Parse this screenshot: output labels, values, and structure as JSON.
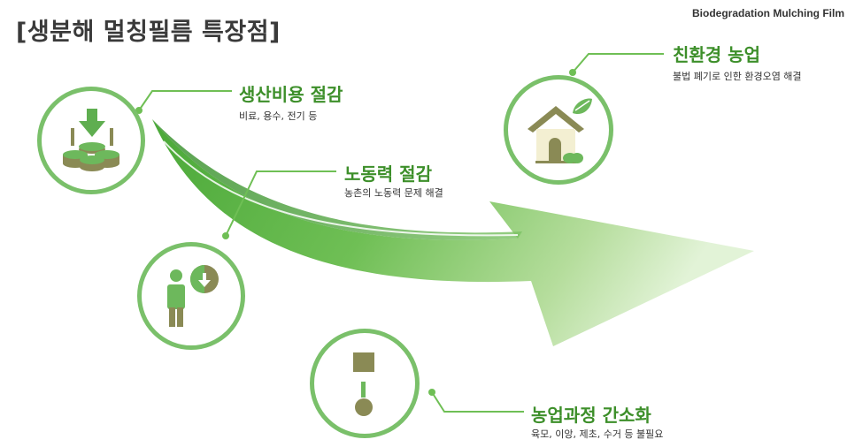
{
  "title": "[생분해 멀칭필름 특장점]",
  "brand": "Biodegradation Mulching Film",
  "colors": {
    "accent": "#3d8f2a",
    "ring": "#7ac06a",
    "arrow_dark": "#4fae3d",
    "arrow_light": "#d9efcc",
    "icon_green": "#5fae50",
    "icon_olive": "#8a8a55"
  },
  "features": [
    {
      "title": "생산비용 절감",
      "desc": "비료, 용수, 전기 등",
      "icon": "coins-down-icon"
    },
    {
      "title": "노동력 절감",
      "desc": "농촌의 노동력 문제 해결",
      "icon": "person-clock-icon"
    },
    {
      "title": "친환경 농업",
      "desc": "불법 폐기로 인한 환경오염 해결",
      "icon": "eco-house-icon"
    },
    {
      "title": "농업과정 간소화",
      "desc": "육모, 이앙, 제초, 수거 등 불필요",
      "icon": "simplify-icon"
    }
  ]
}
